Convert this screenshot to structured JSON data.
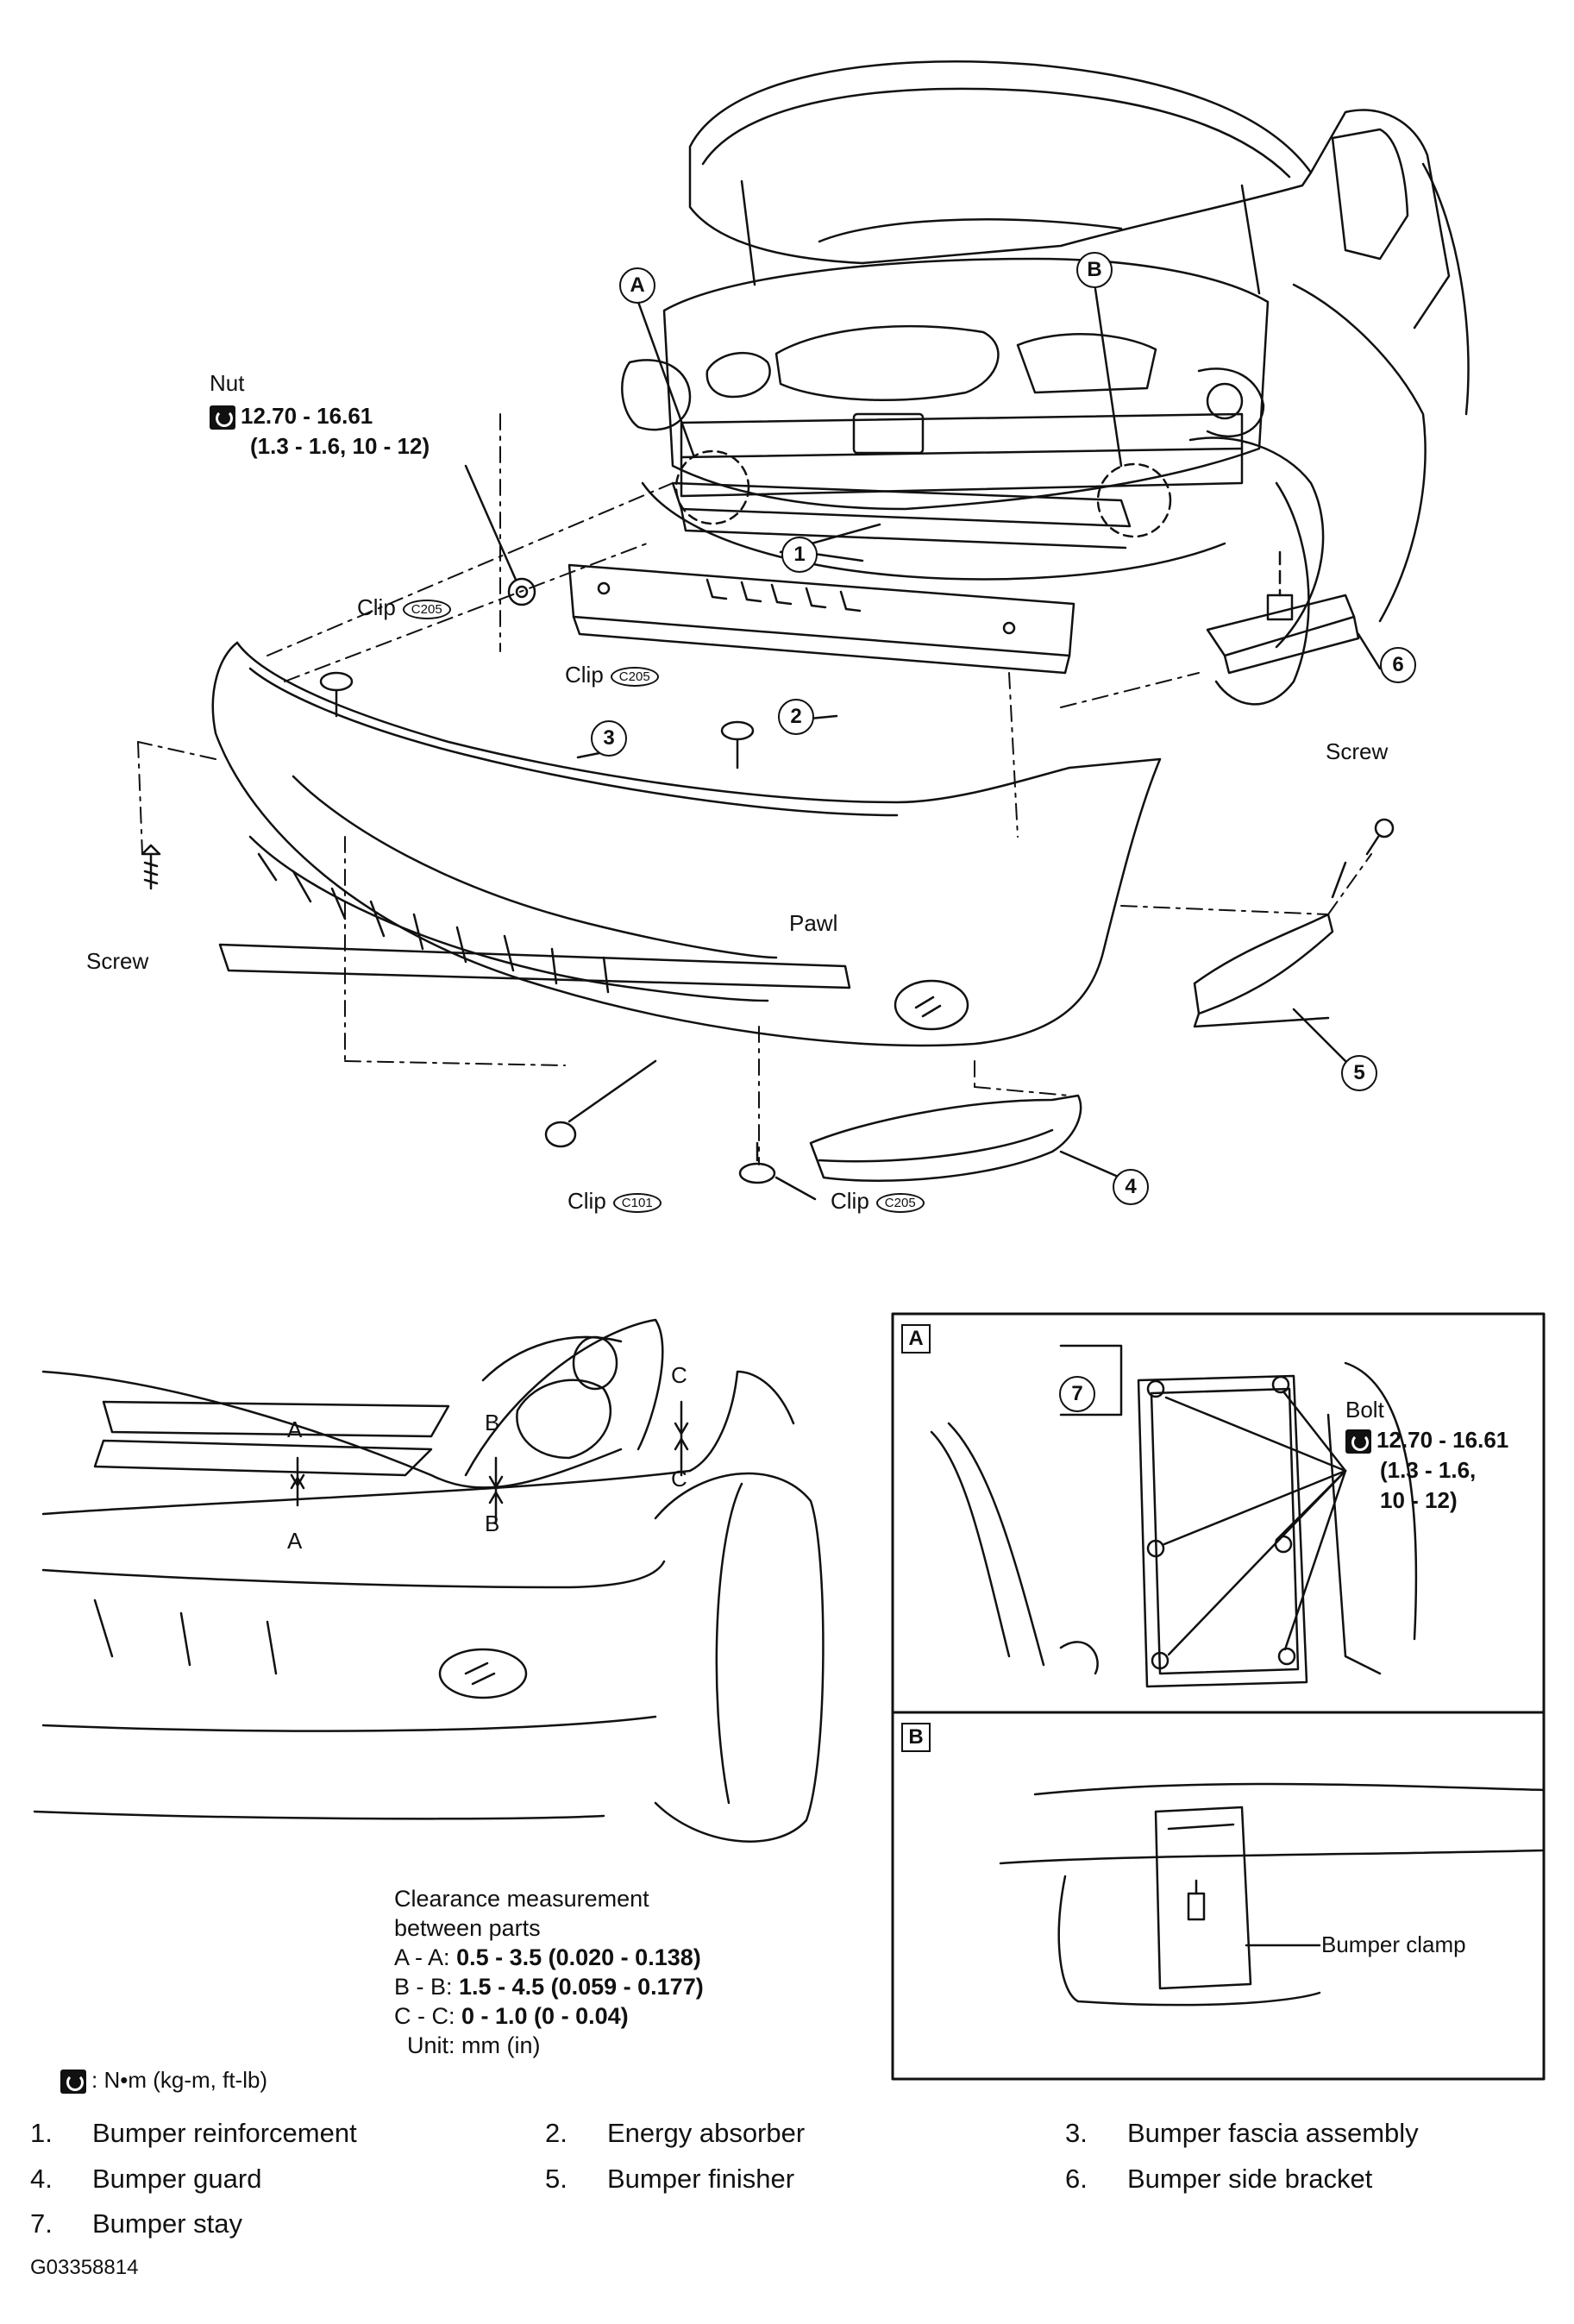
{
  "callouts": {
    "c1": "1",
    "c2": "2",
    "c3": "3",
    "c4": "4",
    "c5": "5",
    "c6": "6",
    "c7": "7",
    "a": "A",
    "b": "B"
  },
  "labels": {
    "nut": "Nut",
    "nut_torque": "12.70 - 16.61",
    "nut_torque_alt": "(1.3 - 1.6, 10 - 12)",
    "clip": "Clip",
    "screw": "Screw",
    "pawl": "Pawl",
    "bolt": "Bolt",
    "bolt_torque": "12.70 - 16.61",
    "bolt_torque_alt1": "(1.3 - 1.6,",
    "bolt_torque_alt2": "10 - 12)",
    "bumper_clamp": "Bumper clamp",
    "clip_codes": {
      "c205": "C205",
      "c101": "C101"
    }
  },
  "gaps": {
    "a": "A",
    "b": "B",
    "c": "C"
  },
  "clearance": {
    "title1": "Clearance measurement",
    "title2": "between parts",
    "aa_label": "A - A:",
    "aa_value": "0.5 - 3.5 (0.020 - 0.138)",
    "bb_label": "B - B:",
    "bb_value": "1.5 - 4.5 (0.059 - 0.177)",
    "cc_label": "C - C:",
    "cc_value": "0 - 1.0 (0 - 0.04)",
    "unit": "Unit: mm (in)"
  },
  "torque_key": ": N•m (kg-m, ft-lb)",
  "detail_boxes": {
    "a": "A",
    "b": "B"
  },
  "legend": [
    {
      "num": "1.",
      "name": "Bumper reinforcement"
    },
    {
      "num": "2.",
      "name": "Energy absorber"
    },
    {
      "num": "3.",
      "name": "Bumper fascia assembly"
    },
    {
      "num": "4.",
      "name": "Bumper guard"
    },
    {
      "num": "5.",
      "name": "Bumper finisher"
    },
    {
      "num": "6.",
      "name": "Bumper side bracket"
    },
    {
      "num": "7.",
      "name": "Bumper stay"
    }
  ],
  "figure_id": "G03358814"
}
